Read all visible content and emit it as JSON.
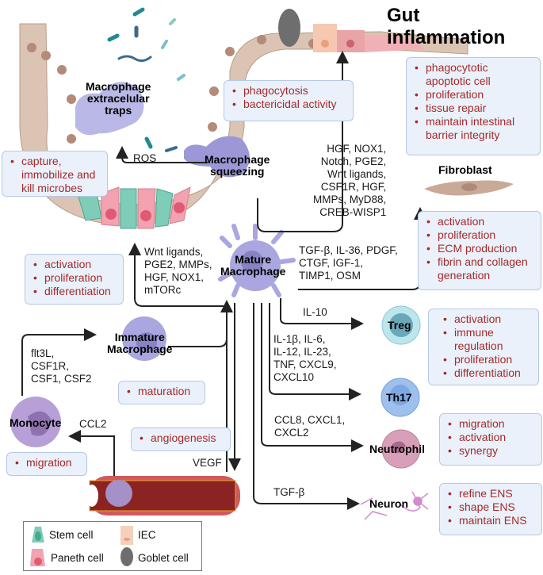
{
  "title": "Gut inflammation",
  "cells": {
    "net_macrophage": [
      "Macrophage",
      "extracelular",
      "traps"
    ],
    "squeezing": [
      "Macrophage",
      "squeezing"
    ],
    "mature": [
      "Mature",
      "Macrophage"
    ],
    "immature": [
      "Immature",
      "Macrophage"
    ],
    "monocyte": "Monocyte",
    "fibroblast": "Fibroblast",
    "treg": "Treg",
    "th17": "Th17",
    "neutrophil": "Neutrophil",
    "neuron": "Neuron"
  },
  "mediators": {
    "ros": "ROS",
    "epithelium_repair": "HGF, NOX1,\nNotch, PGE2,\nWnt ligands,\nCSF1R, HGF,\nMMPs, MyD88,\nCREB-WISP1",
    "stem_niche": "Wnt ligands,\nPGE2, MMPs,\nHGF, NOX1,\nmTORc",
    "fibroblast": "TGF-β, IL-36, PDGF,\nCTGF, IGF-1,\nTIMP1, OSM",
    "treg": "IL-10",
    "th17": "IL-1β, IL-6,\nIL-12, IL-23,\nTNF, CXCL9,\nCXCL10",
    "neutrophil": "CCL8, CXCL1,\nCXCL2",
    "neuron": "TGF-β",
    "monocyte_diff": "flt3L,\nCSF1R,\nCSF1, CSF2",
    "monocyte_recruit": "CCL2",
    "vessel": "VEGF"
  },
  "boxes": {
    "net_effects": [
      "capture,",
      "immobilize and",
      "kill microbes"
    ],
    "squeezing_effects": [
      "phagocytosis",
      "bactericidal activity"
    ],
    "epithelium_effects": [
      "phagocytotic",
      "apoptotic cell",
      "proliferation",
      "tissue repair",
      "maintain intestinal",
      "barrier integrity"
    ],
    "stem_effects": [
      "activation",
      "proliferation",
      "differentiation"
    ],
    "fibroblast_effects": [
      "activation",
      "proliferation",
      "ECM production",
      "fibrin and collagen",
      "generation"
    ],
    "treg_effects": [
      "activation",
      "immune",
      "regulation",
      "proliferation",
      "differentiation"
    ],
    "immature_effects": [
      "maturation"
    ],
    "angiogenesis_effects": [
      "angiogenesis"
    ],
    "monocyte_effects": [
      "migration"
    ],
    "neutrophil_effects": [
      "migration",
      "activation",
      "synergy"
    ],
    "neuron_effects": [
      "refine ENS",
      "shape ENS",
      "maintain ENS"
    ]
  },
  "legend": {
    "stem": "Stem cell",
    "iec": "IEC",
    "paneth": "Paneth cell",
    "goblet": "Goblet cell"
  },
  "colors": {
    "effect_text": "#a52a2a",
    "box_fill": "#eaf1fb",
    "macrophage": "#a9a6e0",
    "stem": "#7fcdb8",
    "paneth": "#f2a2b0",
    "iec": "#dcc4b4",
    "vessel": "#8b2323"
  }
}
